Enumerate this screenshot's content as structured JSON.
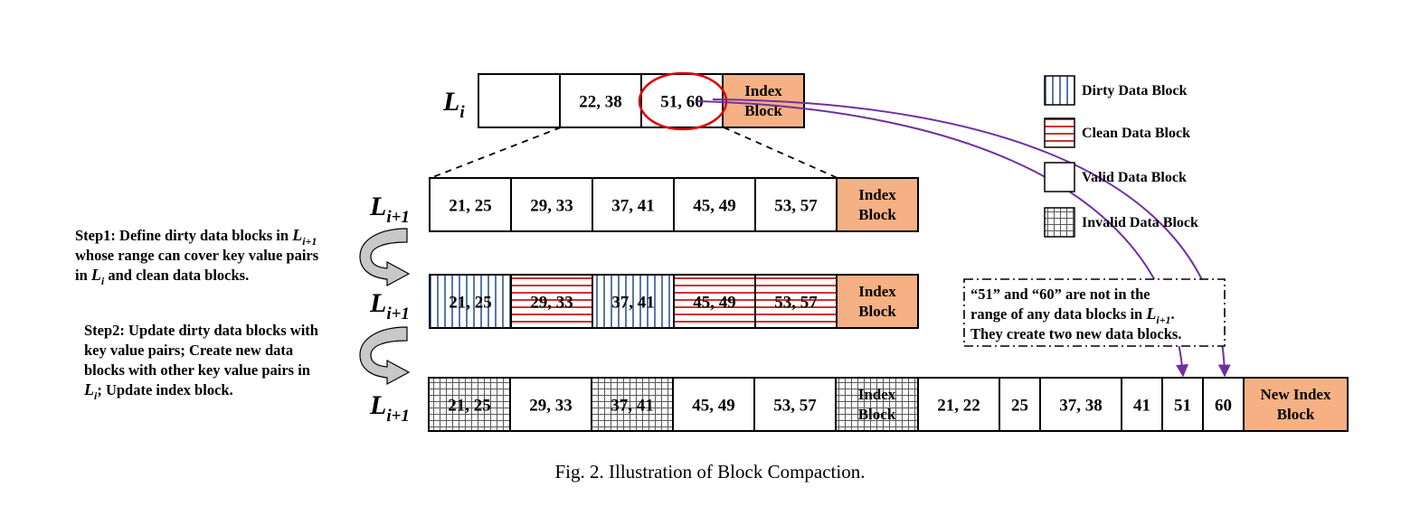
{
  "colors": {
    "index_fill": "#f5b183",
    "dirty_stripe": "#2f5597",
    "clean_stripe": "#c00000",
    "invalid_grid": "#595959",
    "highlight_circle": "#e00000",
    "arrow": "#7030a0",
    "curved_arrow_fill": "#c8c8c8"
  },
  "levels": [
    {
      "label": "L",
      "sub": "i",
      "blocks": [
        {
          "text": "",
          "type": "valid"
        },
        {
          "text": "22, 38",
          "type": "valid"
        },
        {
          "text": "51, 60",
          "type": "valid"
        },
        {
          "lines": [
            "Index",
            "Block"
          ],
          "type": "index"
        }
      ]
    },
    {
      "label": "L",
      "sub": "i+1",
      "blocks": [
        {
          "text": "21, 25",
          "type": "valid"
        },
        {
          "text": "29, 33",
          "type": "valid"
        },
        {
          "text": "37, 41",
          "type": "valid"
        },
        {
          "text": "45, 49",
          "type": "valid"
        },
        {
          "text": "53, 57",
          "type": "valid"
        },
        {
          "lines": [
            "Index",
            "Block"
          ],
          "type": "index"
        }
      ]
    },
    {
      "label": "L",
      "sub": "i+1",
      "blocks": [
        {
          "text": "21, 25",
          "type": "dirty"
        },
        {
          "text": "29, 33",
          "type": "clean"
        },
        {
          "text": "37, 41",
          "type": "dirty"
        },
        {
          "text": "45, 49",
          "type": "clean"
        },
        {
          "text": "53, 57",
          "type": "clean"
        },
        {
          "lines": [
            "Index",
            "Block"
          ],
          "type": "index"
        }
      ]
    },
    {
      "label": "L",
      "sub": "i+1",
      "blocks": [
        {
          "text": "21, 25",
          "type": "invalid"
        },
        {
          "text": "29, 33",
          "type": "valid"
        },
        {
          "text": "37, 41",
          "type": "invalid"
        },
        {
          "text": "45, 49",
          "type": "valid"
        },
        {
          "text": "53, 57",
          "type": "valid"
        },
        {
          "lines": [
            "Index",
            "Block"
          ],
          "type": "invalid"
        },
        {
          "text": "21, 22",
          "type": "valid"
        },
        {
          "text": "25",
          "type": "valid"
        },
        {
          "text": "37, 38",
          "type": "valid"
        },
        {
          "text": "41",
          "type": "valid"
        },
        {
          "text": "51",
          "type": "valid"
        },
        {
          "text": "60",
          "type": "valid"
        },
        {
          "lines": [
            "New Index",
            "Block"
          ],
          "type": "index"
        }
      ]
    }
  ],
  "steps": [
    {
      "lines": [
        [
          {
            "t": "Step1: Define dirty data blocks in "
          },
          {
            "t": "L",
            "i": true
          },
          {
            "t": "i+1",
            "s": true
          }
        ],
        [
          {
            "t": "whose range can cover key value pairs"
          }
        ],
        [
          {
            "t": "in "
          },
          {
            "t": "L",
            "i": true
          },
          {
            "t": "i",
            "s": true
          },
          {
            "t": " and clean data blocks."
          }
        ]
      ]
    },
    {
      "lines": [
        [
          {
            "t": "Step2: Update dirty data blocks with"
          }
        ],
        [
          {
            "t": "key value pairs; Create new data"
          }
        ],
        [
          {
            "t": "blocks with other key value pairs in"
          }
        ],
        [
          {
            "t": "L",
            "i": true
          },
          {
            "t": "i",
            "s": true
          },
          {
            "t": "; Update index block."
          }
        ]
      ]
    }
  ],
  "legend": [
    {
      "type": "dirty",
      "label": "Dirty Data Block"
    },
    {
      "type": "clean",
      "label": "Clean Data Block"
    },
    {
      "type": "valid",
      "label": "Valid Data Block"
    },
    {
      "type": "invalid",
      "label": "Invalid Data Block"
    }
  ],
  "note": {
    "lines": [
      [
        {
          "t": "“51” and “60” are not in the"
        }
      ],
      [
        {
          "t": "range of any data blocks in "
        },
        {
          "t": "L",
          "i": true
        },
        {
          "t": "i+1",
          "s": true
        },
        {
          "t": "."
        }
      ],
      [
        {
          "t": "They create two new data blocks."
        }
      ]
    ]
  },
  "caption": "Fig. 2.  Illustration of Block Compaction."
}
